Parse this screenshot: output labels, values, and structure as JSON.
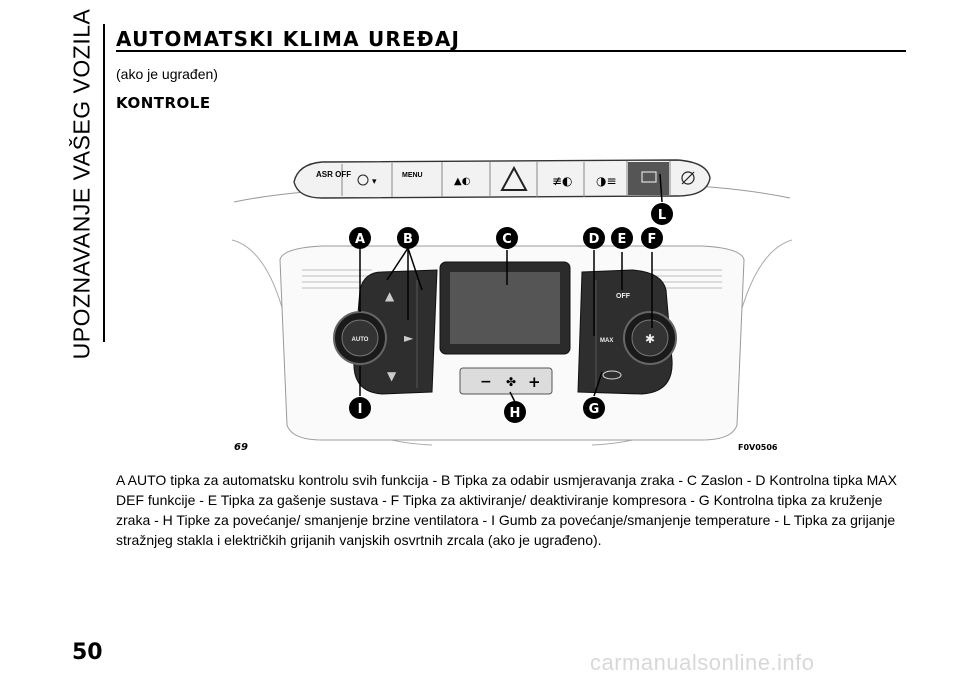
{
  "sidebar": {
    "chapter": "UPOZNAVANJE VAŠEG VOZILA"
  },
  "header": {
    "title": "AUTOMATSKI KLIMA UREĐAJ",
    "subtitle": "(ako je ugrađen)",
    "section": "KONTROLE"
  },
  "figure": {
    "number": "69",
    "code": "F0V0506",
    "top_buttons": [
      "ASR OFF",
      "MENU"
    ],
    "panel_labels": {
      "off": "OFF",
      "max": "MAX",
      "auto": "AUTO"
    },
    "fan_minus": "−",
    "fan_plus": "+",
    "callouts": [
      "A",
      "B",
      "C",
      "D",
      "E",
      "F",
      "G",
      "H",
      "I",
      "L"
    ]
  },
  "caption": "A  AUTO tipka za automatsku kontrolu svih funkcija - B  Tipka za odabir usmjeravanja zraka - C  Zaslon - D  Kontrolna tipka MAX DEF funkcije - E  Tipka za gašenje sustava - F  Tipka za aktiviranje/ deaktiviranje kompresora - G  Kontrolna tipka za kruženje zraka - H  Tipke za povećanje/ smanjenje brzine ventilatora - I  Gumb za povećanje/smanjenje temperature - L  Tipka za grijanje stražnjeg stakla i električkih grijanih vanjskih osvrtnih zrcala (ako je ugrađeno).",
  "footer": {
    "page_number": "50",
    "watermark": "carmanualsonline.info"
  }
}
